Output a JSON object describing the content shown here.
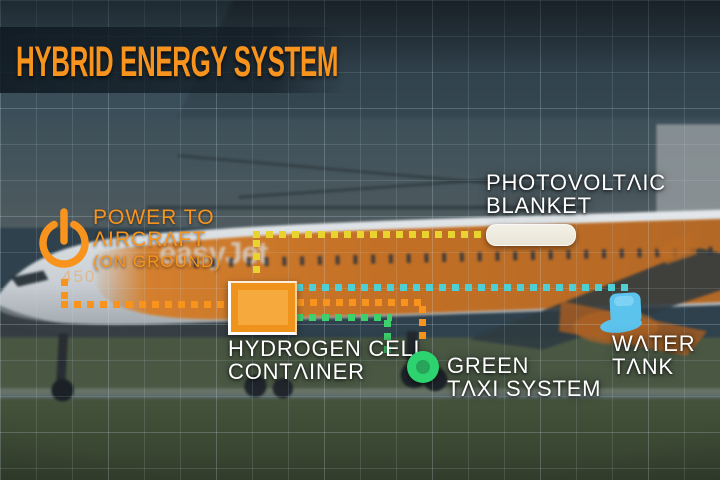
{
  "title": "HYBRID ENERGY SYSTEM",
  "power": {
    "icon": "power-icon",
    "line1": "POWER TO",
    "line2": "AIRCRAFT",
    "line3": "(ON GROUND)"
  },
  "photovoltaic": {
    "line1": "PHOTOVOLTAIC",
    "line2": "BLANKET"
  },
  "hydrogen": {
    "line1": "HYDROGEN CELL",
    "line2": "CONTAINER"
  },
  "green_taxi": {
    "line1": "GREEN",
    "line2": "TAXI SYSTEM"
  },
  "water": {
    "line1": "WATER",
    "line2": "TANK",
    "icon": "water-tank-icon"
  },
  "aircraft_brand": "easyJet",
  "photo_text": "450",
  "colors": {
    "accent_orange": "#f8941d",
    "line_yellow": "#e9d32f",
    "line_teal": "#4ecfd3",
    "line_green": "#3ed06d",
    "water_blue": "#5cc3ec",
    "blanket_beige": "#e9e5d7",
    "circle_green": "#2dd36f",
    "circle_green_dark": "#27a35a",
    "container_orange": "#f0931c",
    "container_orange_light": "#f6aa3e"
  }
}
